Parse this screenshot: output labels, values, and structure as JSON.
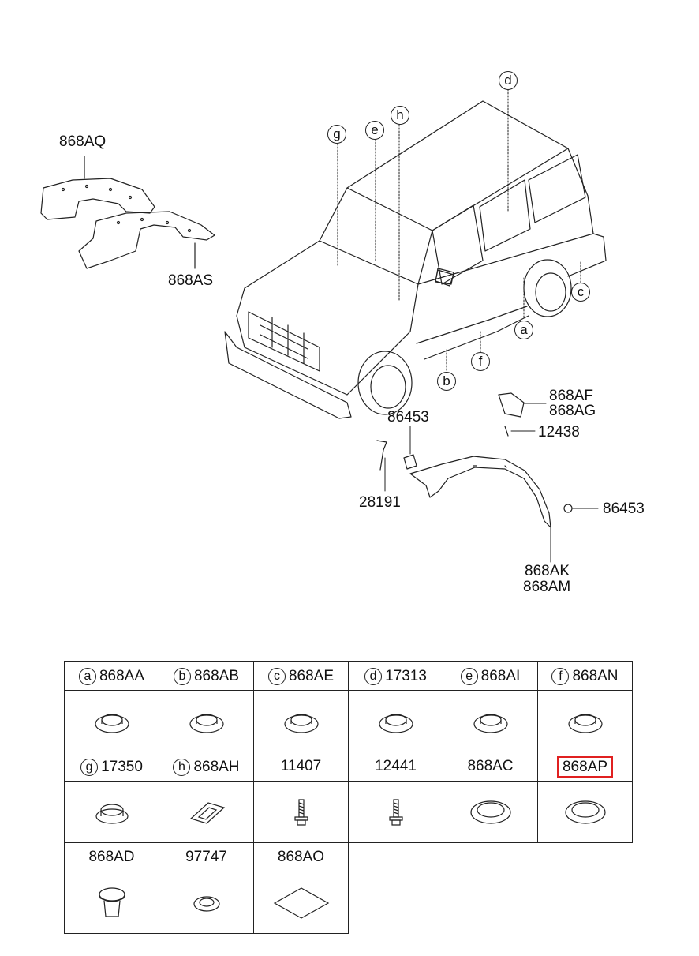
{
  "diagram": {
    "labels": {
      "aq": "868AQ",
      "as": "868AS",
      "af": "868AF",
      "ag": "868AG",
      "p12438": "12438",
      "p86453_top": "86453",
      "p86453_right": "86453",
      "p28191": "28191",
      "ak": "868AK",
      "am": "868AM"
    },
    "callouts": {
      "a": "a",
      "b": "b",
      "c": "c",
      "d": "d",
      "e": "e",
      "f": "f",
      "g": "g",
      "h": "h"
    }
  },
  "parts_table": {
    "row1": [
      {
        "circle": "a",
        "part": "868AA"
      },
      {
        "circle": "b",
        "part": "868AB"
      },
      {
        "circle": "c",
        "part": "868AE"
      },
      {
        "circle": "d",
        "part": "17313"
      },
      {
        "circle": "e",
        "part": "868AI"
      },
      {
        "circle": "f",
        "part": "868AN"
      }
    ],
    "row2": [
      {
        "circle": "g",
        "part": "17350"
      },
      {
        "circle": "h",
        "part": "868AH"
      },
      {
        "part": "11407"
      },
      {
        "part": "12441"
      },
      {
        "part": "868AC"
      },
      {
        "part": "868AP",
        "highlighted": true
      }
    ],
    "row3": [
      {
        "part": "868AD"
      },
      {
        "part": "97747"
      },
      {
        "part": "868AO"
      }
    ],
    "highlight_color": "#e02020"
  }
}
